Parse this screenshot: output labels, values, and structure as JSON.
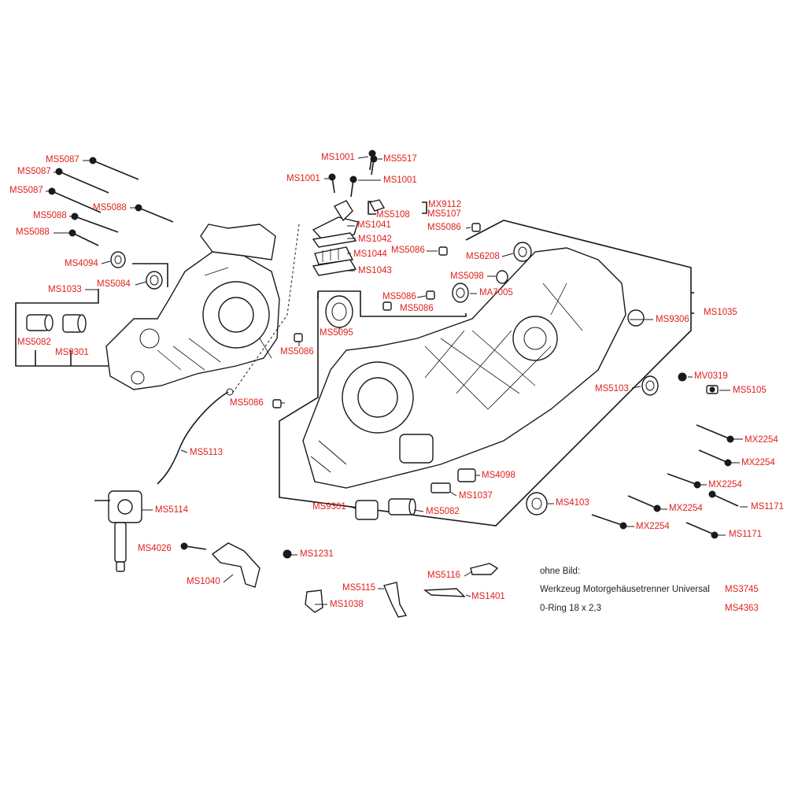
{
  "labels": {
    "ms5087_a": "MS5087",
    "ms5087_b": "MS5087",
    "ms5087_c": "MS5087",
    "ms5088_a": "MS5088",
    "ms5088_b": "MS5088",
    "ms5088_c": "MS5088",
    "ms4094": "MS4094",
    "ms5084": "MS5084",
    "ms1033": "MS1033",
    "ms5082_left": "MS5082",
    "ms9301_left": "MS9301",
    "ms1001_a": "MS1001",
    "ms1001_b": "MS1001",
    "ms1001_c": "MS1001",
    "ms5517": "MS5517",
    "mx9112": "MX9112",
    "ms5108": "MS5108",
    "ms5107": "MS5107",
    "ms1041": "MS1041",
    "ms1042": "MS1042",
    "ms1044": "MS1044",
    "ms1043": "MS1043",
    "ms5086_a": "MS5086",
    "ms5086_b": "MS5086",
    "ms5086_c": "MS5086",
    "ms5086_d": "MS5086",
    "ms5086_e": "MS5086",
    "ms5086_f": "MS5086",
    "ms6208": "MS6208",
    "ms5098": "MS5098",
    "ma7005": "MA7005",
    "ms1035": "MS1035",
    "ms9306": "MS9306",
    "ms5095": "MS5095",
    "mv0319": "MV0319",
    "ms5103": "MS5103",
    "ms5105": "MS5105",
    "mx2254_a": "MX2254",
    "mx2254_b": "MX2254",
    "mx2254_c": "MX2254",
    "mx2254_d": "MX2254",
    "mx2254_e": "MX2254",
    "ms1171_a": "MS1171",
    "ms1171_b": "MS1171",
    "ms4098": "MS4098",
    "ms1037": "MS1037",
    "ms4103": "MS4103",
    "ms9301_right": "MS9301",
    "ms5082_right": "MS5082",
    "ms5113": "MS5113",
    "ms5114": "MS5114",
    "ms4026": "MS4026",
    "ms1040": "MS1040",
    "ms1231": "MS1231",
    "ms5116": "MS5116",
    "ms5115": "MS5115",
    "ms1401": "MS1401",
    "ms1038": "MS1038"
  },
  "notes": {
    "header": "ohne Bild:",
    "item1_text": "Werkzeug Motorgehäusetrenner Universal",
    "item1_code": "MS3745",
    "item2_text": "0-Ring 18 x 2,3",
    "item2_code": "MS4363"
  }
}
